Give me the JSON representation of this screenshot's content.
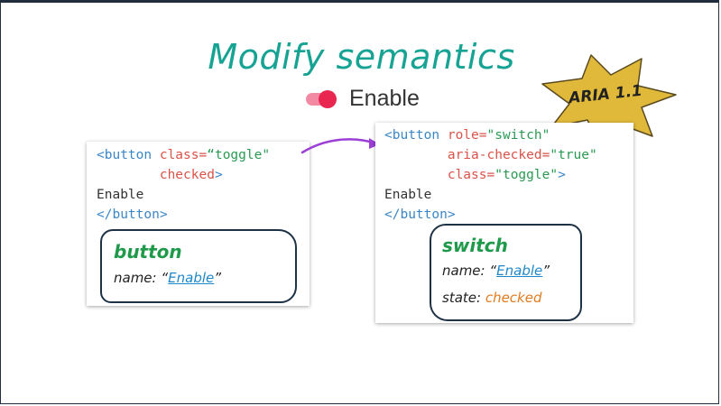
{
  "title": "Modify semantics",
  "toggle": {
    "label": "Enable"
  },
  "badge": {
    "text": "ARIA 1.1"
  },
  "left_card": {
    "code": {
      "open_tag": "<button",
      "attr1_name": "class=",
      "attr1_value": "“toggle\"",
      "attr2_name": "checked",
      "close_open": ">",
      "content": "Enable",
      "close_tag": "</button>"
    },
    "tree": {
      "role": "button",
      "name_label": "name: ",
      "name_open": "“",
      "name_value": "Enable",
      "name_close": "”"
    }
  },
  "right_card": {
    "code": {
      "open_tag": "<button",
      "attr1_name": "role=",
      "attr1_value": "\"switch\"",
      "attr2_name": "aria-checked=",
      "attr2_value": "\"true\"",
      "attr3_name": "class=",
      "attr3_value": "\"toggle\"",
      "close_open": ">",
      "content": "Enable",
      "close_tag": "</button>"
    },
    "tree": {
      "role": "switch",
      "name_label": "name: ",
      "name_open": "“",
      "name_value": "Enable",
      "name_close": "”",
      "state_label": "state: ",
      "state_value": "checked"
    }
  },
  "colors": {
    "title": "#17a394",
    "toggle_track": "#f38aa3",
    "toggle_knob": "#e8264f",
    "badge_fill": "#e0b93a",
    "arrow": "#9b3fd6",
    "code_tag": "#3b86c6",
    "code_attr": "#d9534a",
    "code_value": "#2a9a52",
    "tree_role": "#1f9a4a",
    "tree_name": "#1f88c9",
    "tree_state": "#e07b1f"
  }
}
